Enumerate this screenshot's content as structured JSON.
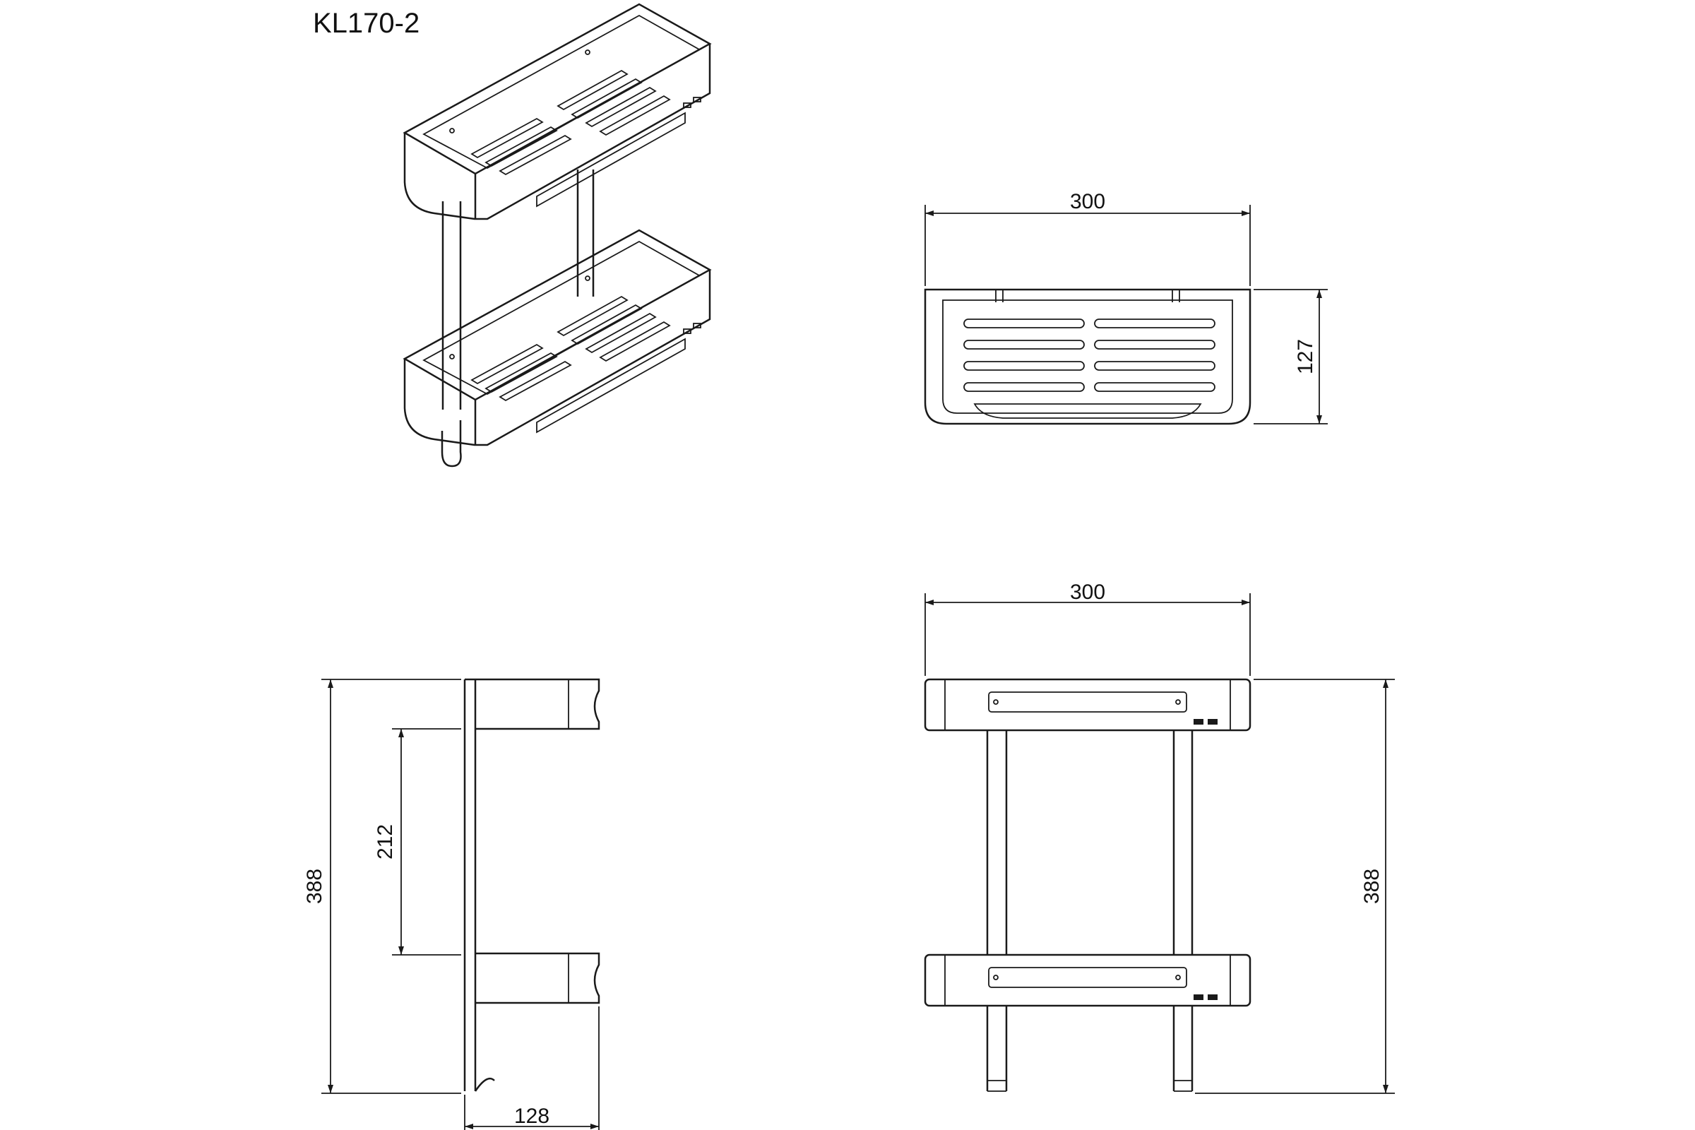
{
  "drawing": {
    "model_code": "KL170-2",
    "views": {
      "top_view": {
        "width_label": "300",
        "depth_label": "127"
      },
      "side_view": {
        "height_label": "388",
        "shelf_gap_label": "212",
        "depth_label": "128"
      },
      "front_view": {
        "width_label": "300",
        "height_label": "388"
      }
    }
  },
  "colors": {
    "line": "#1a1a1a",
    "background": "#ffffff"
  }
}
